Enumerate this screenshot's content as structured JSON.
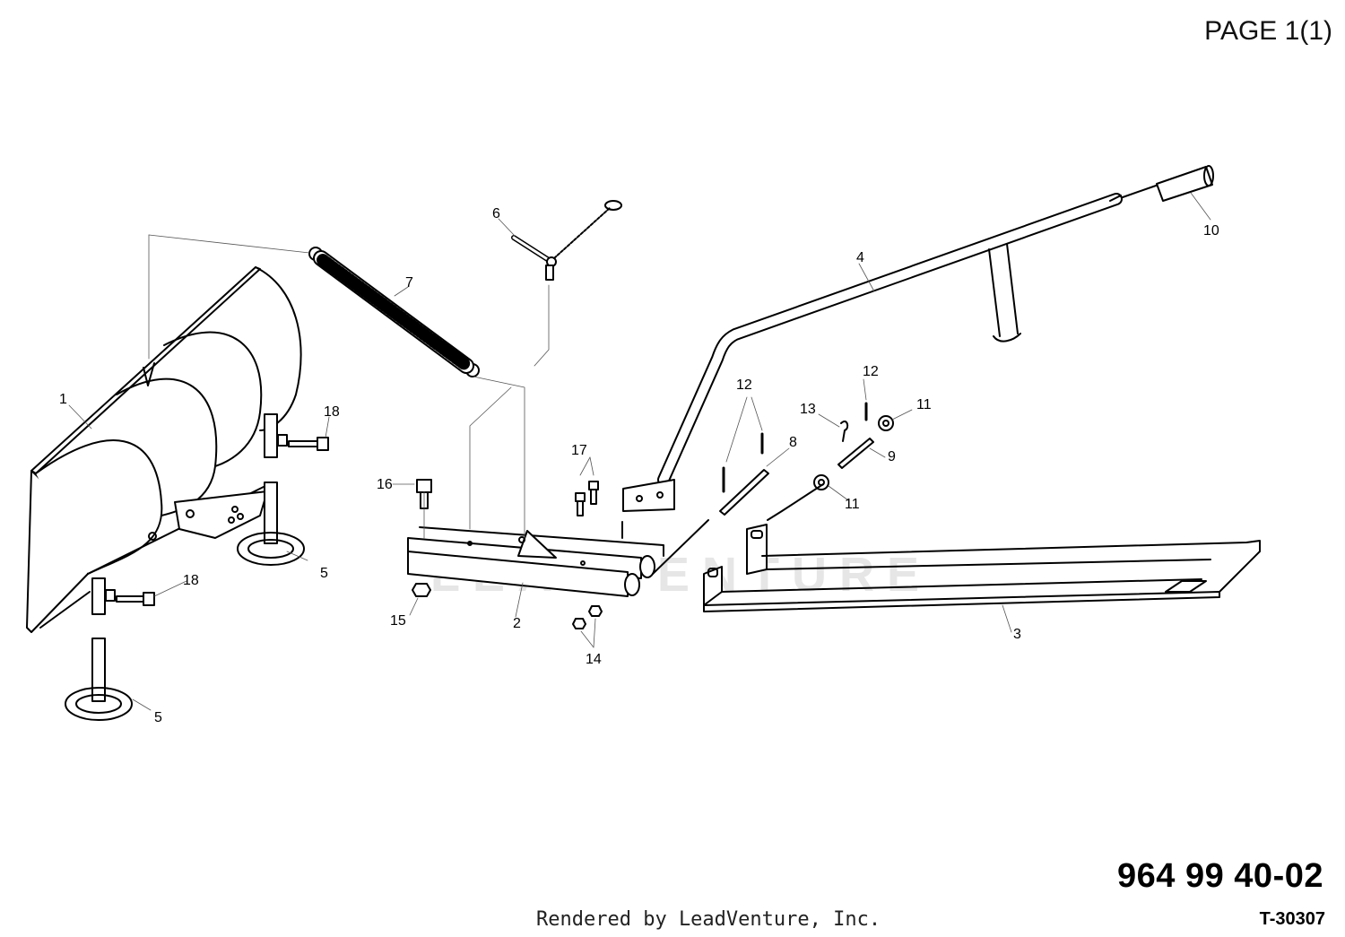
{
  "header": {
    "page_label": "PAGE 1(1)"
  },
  "footer": {
    "part_number": "964 99 40-02",
    "doc_code": "T-30307",
    "render_credit": "Rendered by LeadVenture, Inc."
  },
  "watermark": {
    "text": "LEADVENTURE"
  },
  "callouts": {
    "c1": "1",
    "c2": "2",
    "c3": "3",
    "c4": "4",
    "c5a": "5",
    "c5b": "5",
    "c6": "6",
    "c7": "7",
    "c8": "8",
    "c9": "9",
    "c10": "10",
    "c11a": "11",
    "c11b": "11",
    "c12a": "12",
    "c12b": "12",
    "c13": "13",
    "c14": "14",
    "c15": "15",
    "c16": "16",
    "c17": "17",
    "c18a": "18",
    "c18b": "18"
  }
}
